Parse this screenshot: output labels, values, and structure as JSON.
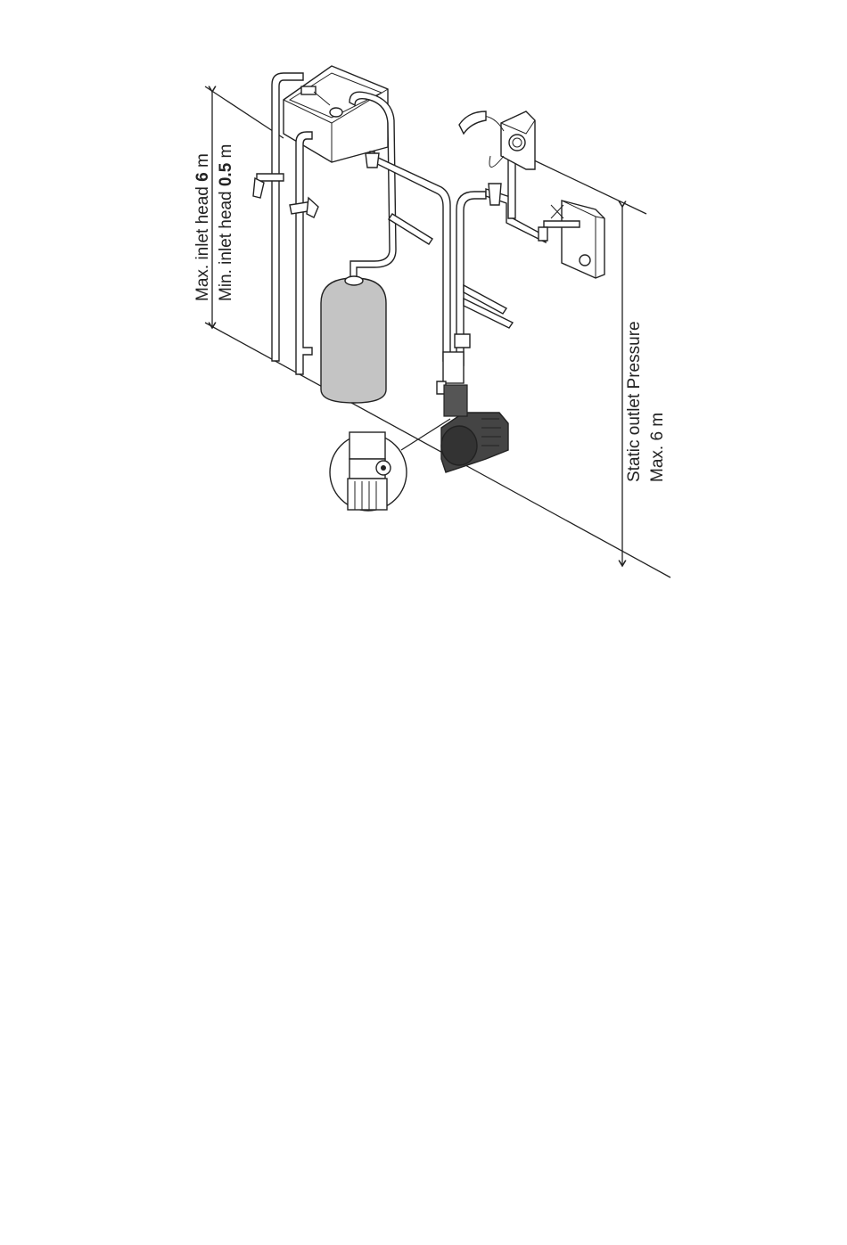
{
  "labels": {
    "inlet_max_prefix": "Max. inlet head ",
    "inlet_max_value": "6",
    "inlet_max_unit": " m",
    "inlet_min_prefix": "Min. inlet head ",
    "inlet_min_value": "0.5",
    "inlet_min_unit": " m",
    "outlet_line1": "Static outlet Pressure",
    "outlet_line2": "Max. 6 m"
  },
  "colors": {
    "line": "#222222",
    "cylinder_fill": "#c4c4c4",
    "pump_fill": "#333333",
    "background": "#ffffff"
  }
}
